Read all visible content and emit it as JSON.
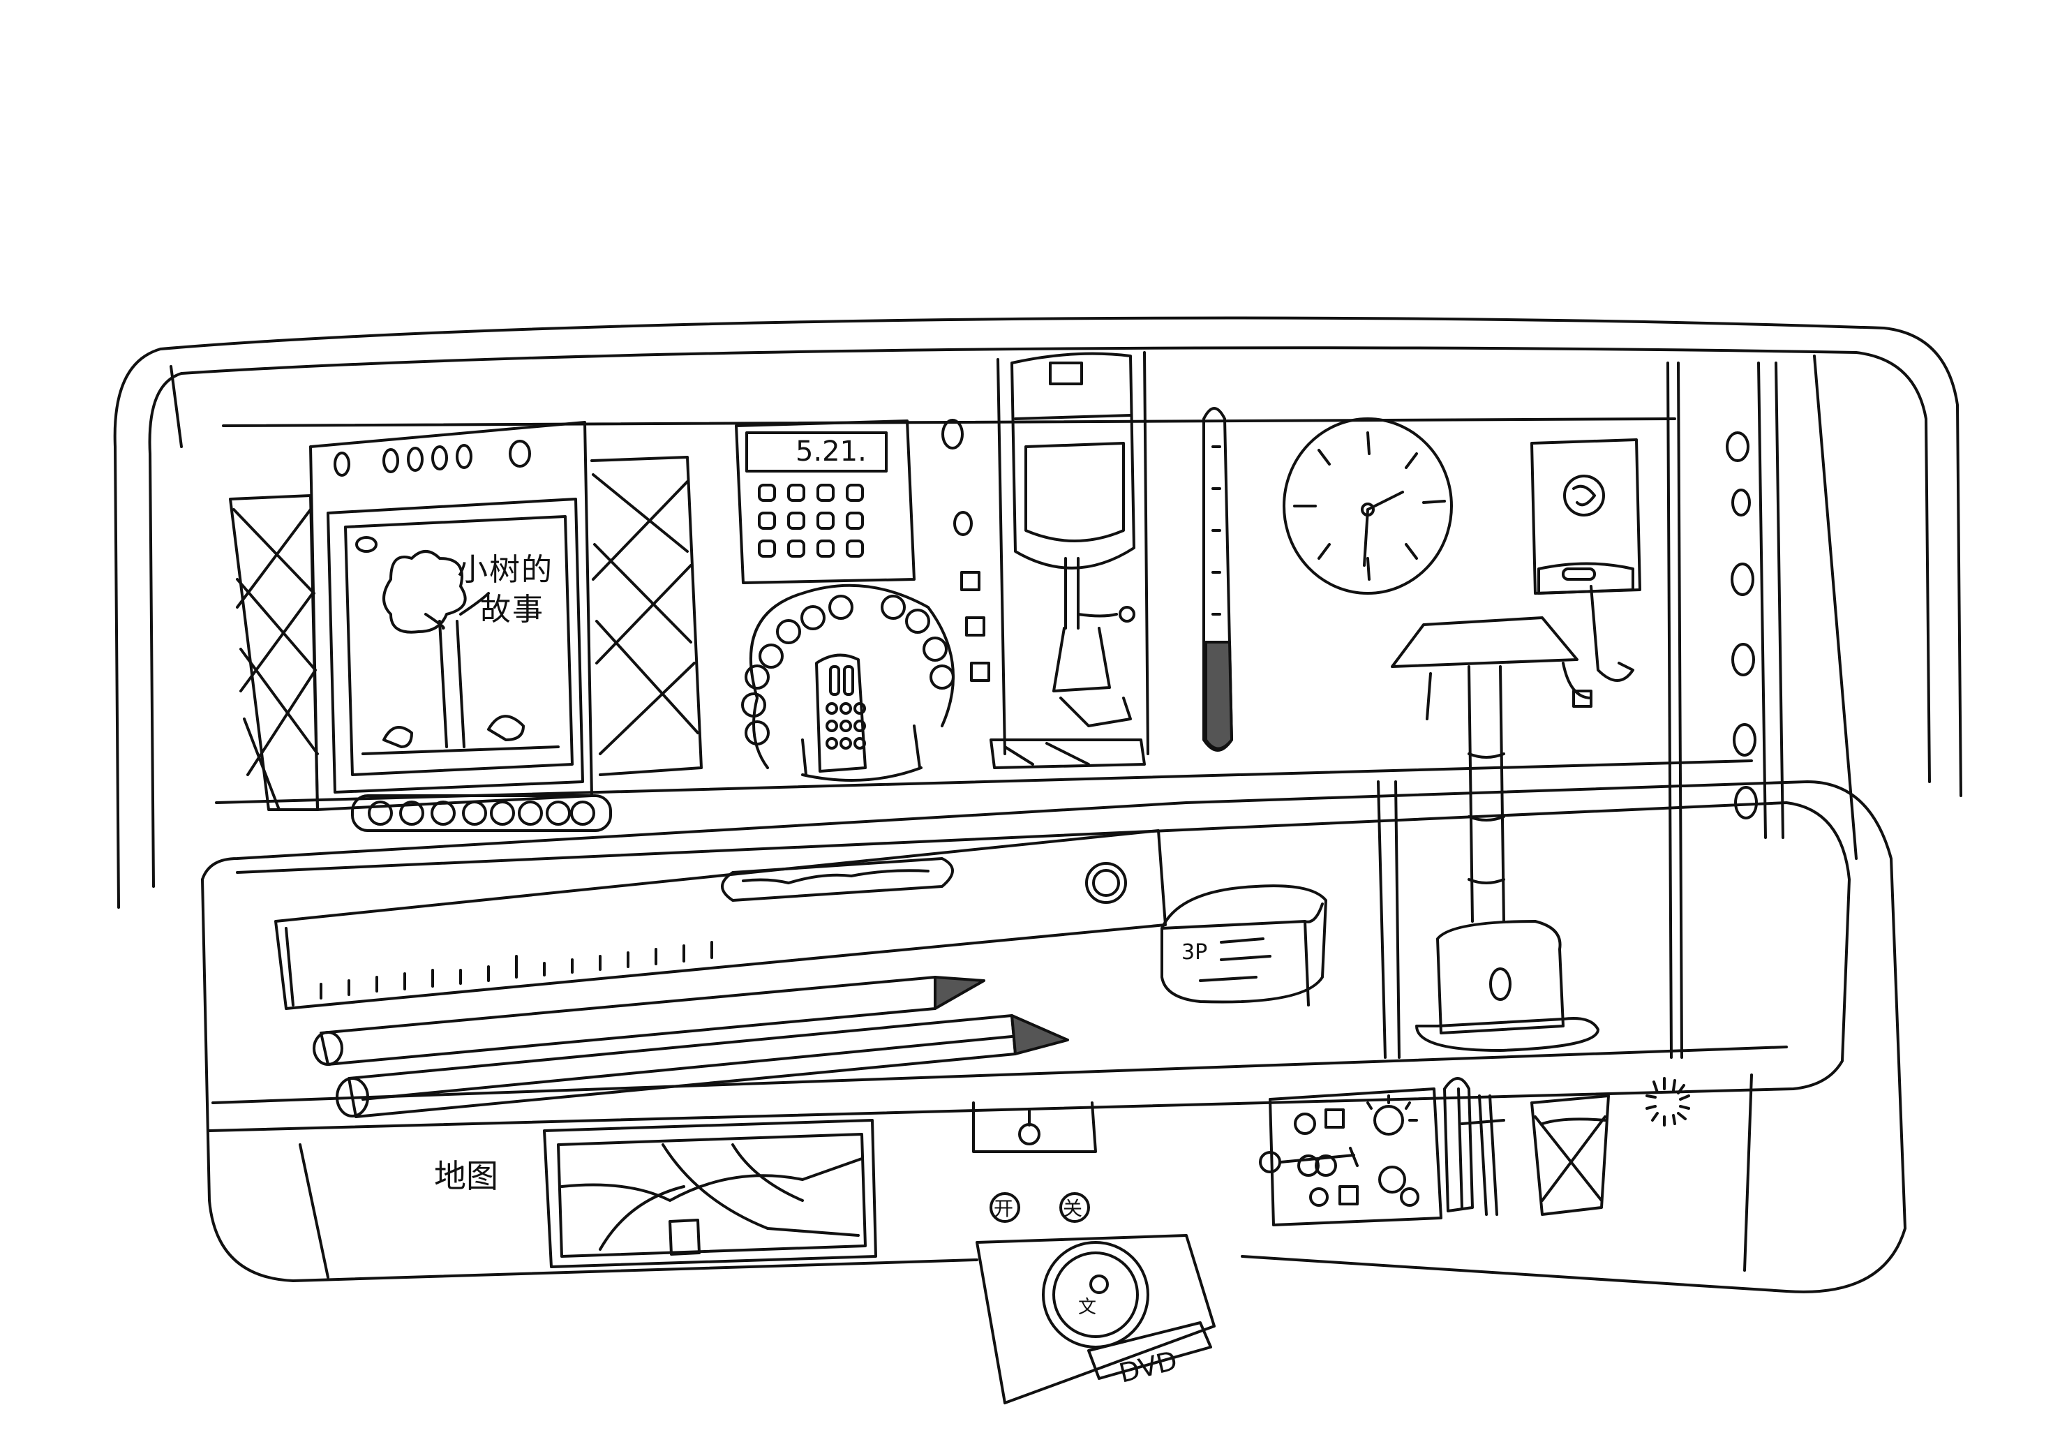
{
  "drawing": {
    "book": {
      "title_line1": "小树的",
      "title_line2": "故事"
    },
    "calculator": {
      "display": "5.21."
    },
    "eraser": {
      "label": "3P"
    },
    "map": {
      "label": "地图"
    },
    "player_buttons": {
      "open": "开",
      "close": "关"
    },
    "dvd": {
      "label": "DVD"
    },
    "disc": {
      "mark": "文"
    },
    "colors": {
      "ink": "#111111",
      "paper": "#ffffff",
      "fill": "#555555"
    }
  }
}
